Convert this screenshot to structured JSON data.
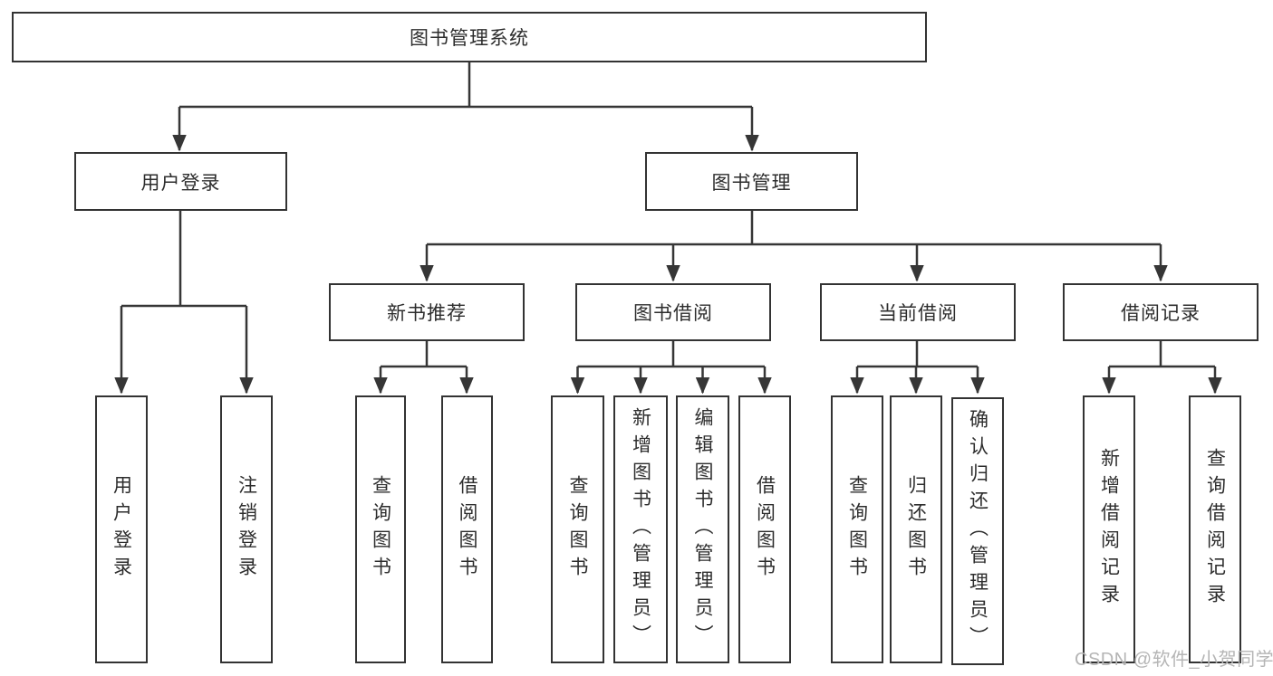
{
  "diagram": {
    "title": "图书管理系统",
    "root": "图书管理系统",
    "user_branch": {
      "label": "用户登录",
      "children": [
        "用户登录",
        "注销登录"
      ]
    },
    "book_branch": {
      "label": "图书管理",
      "groups": [
        {
          "label": "新书推荐",
          "children": [
            "查询图书",
            "借阅图书"
          ]
        },
        {
          "label": "图书借阅",
          "children": [
            "查询图书",
            "新增图书（管理员）",
            "编辑图书（管理员）",
            "借阅图书"
          ]
        },
        {
          "label": "当前借阅",
          "children": [
            "查询图书",
            "归还图书",
            "确认归还（管理员）"
          ]
        },
        {
          "label": "借阅记录",
          "children": [
            "新增借阅记录",
            "查询借阅记录"
          ]
        }
      ]
    },
    "line_color": "#363636",
    "border_color": "#333333",
    "watermark": "CSDN @软件_小贺同学"
  }
}
